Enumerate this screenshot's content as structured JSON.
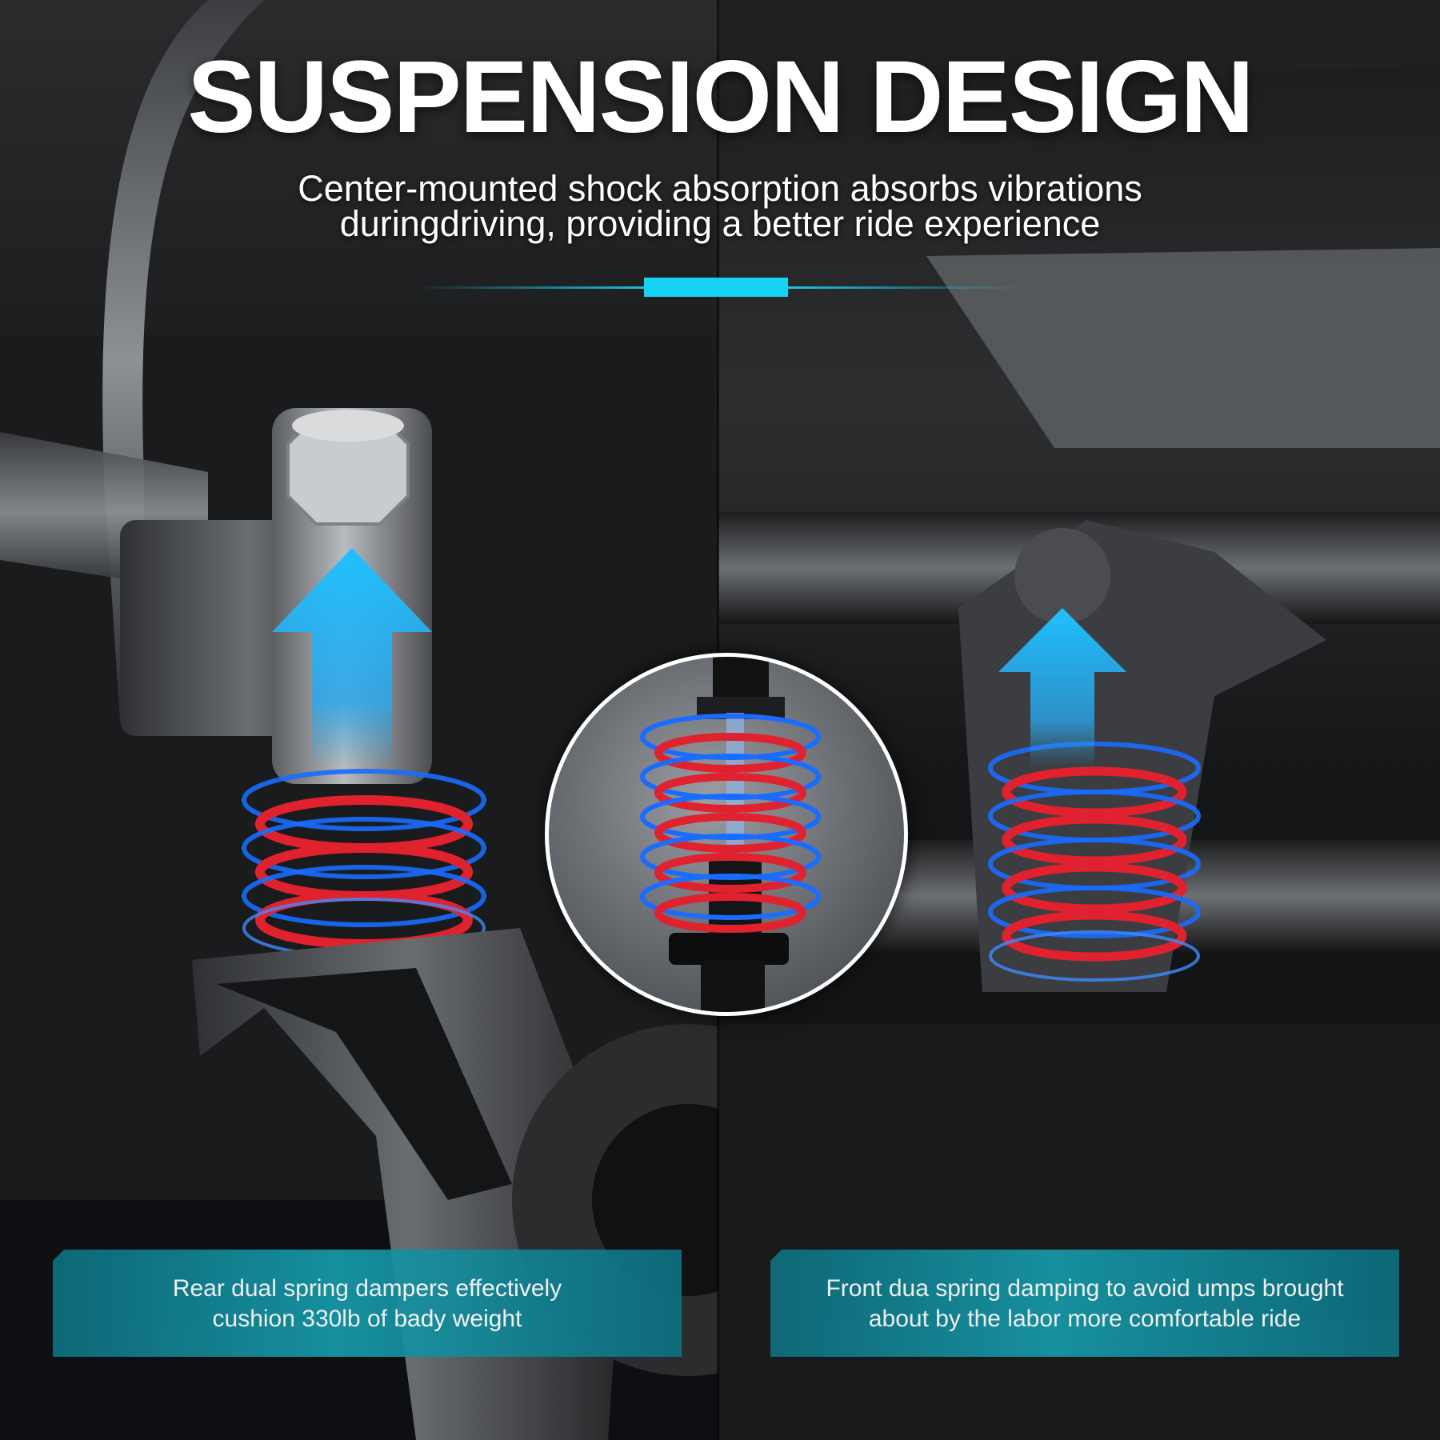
{
  "header": {
    "title": "SUSPENSION DESIGN",
    "subtitle_line1": "Center-mounted shock absorption absorbs vibrations",
    "subtitle_line2": "duringdriving, providing a better ride experience"
  },
  "banners": {
    "left": {
      "line1": "Rear dual spring dampers effectively",
      "line2": "cushion 330lb of bady weight"
    },
    "right": {
      "line1": "Front dua spring damping to avoid umps brought",
      "line2": "about by the labor more comfortable ride"
    }
  },
  "colors": {
    "accent": "#17d3f3",
    "arrow": "#22b8f2",
    "spring_red": "#e0222e",
    "spring_blue": "#1a6bff",
    "banner_teal": "#1799a9"
  },
  "icons": [
    "up-arrow-icon",
    "coil-spring-icon"
  ]
}
